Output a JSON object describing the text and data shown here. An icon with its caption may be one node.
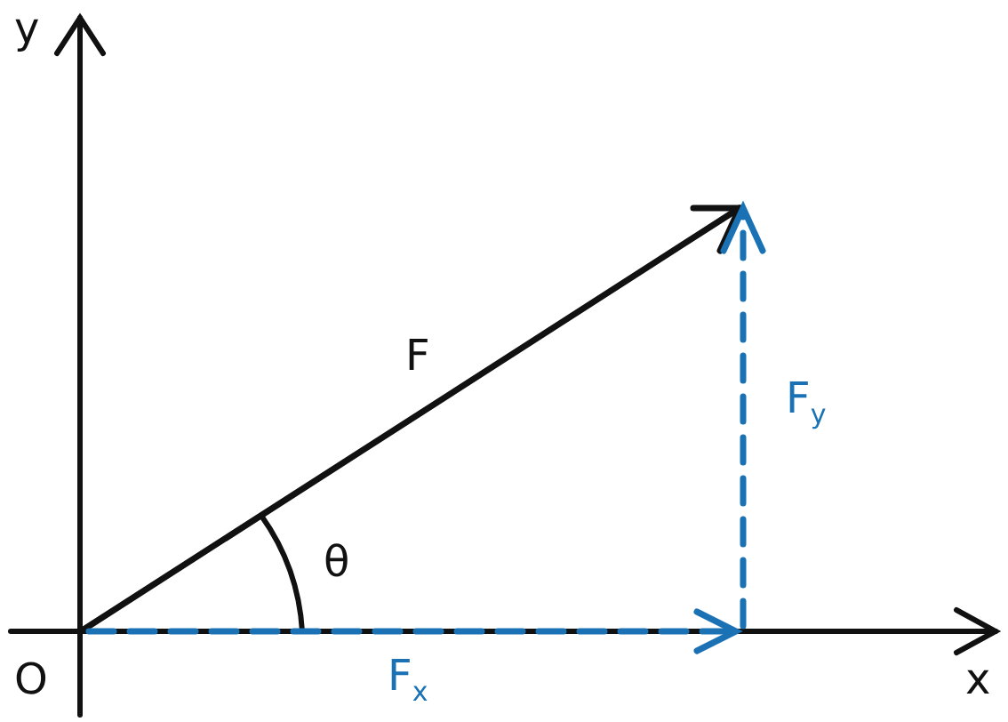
{
  "diagram": {
    "labels": [
      "y",
      "F",
      "θ",
      "F$_{y}$",
      "O",
      "F$_{x}$",
      "x"
    ]
  }
}
